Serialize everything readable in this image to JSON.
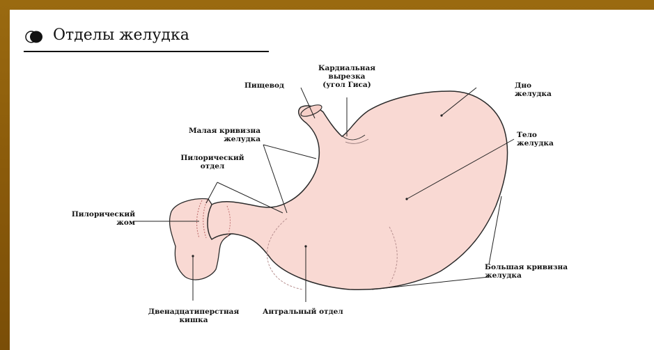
{
  "title": "Отделы желудка",
  "labels": {
    "cardiac_notch": "Кардиальная\nвырезка\n(угол Гиса)",
    "esophagus": "Пищевод",
    "fundus": "Дно\nжелудка",
    "lesser_curvature": "Малая кривизна\nжелудка",
    "body": "Тело\nжелудка",
    "pyloric_part": "Пилорический\nотдел",
    "pyloric_sphincter": "Пилорический\nжом",
    "greater_curvature": "Большая кривизна\nжелудка",
    "duodenum": "Двенадцатиперстная\nкишка",
    "antrum": "Антральный отдел"
  },
  "colors": {
    "frame": "#8a5a0a",
    "organ_fill": "#f9d9d3",
    "organ_outline": "#2a2a2a",
    "leader_line": "#222222"
  }
}
